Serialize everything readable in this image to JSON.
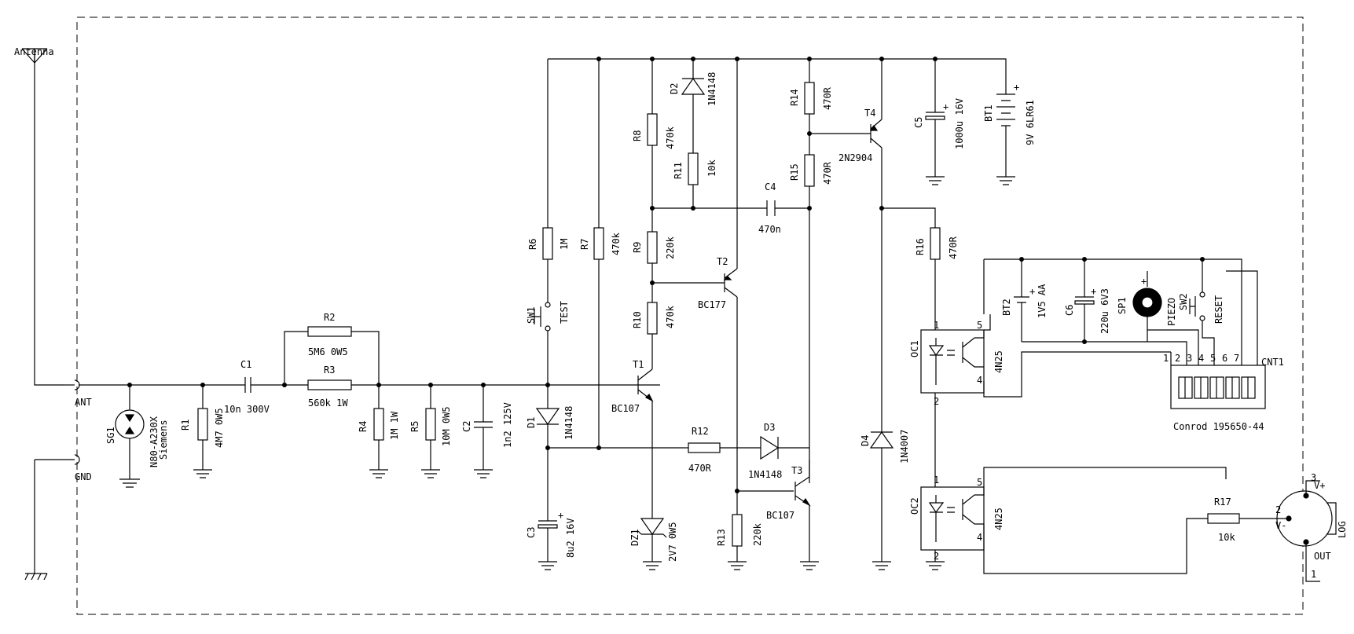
{
  "labels": {
    "antenna": "Antenna",
    "ant": "ANT",
    "gnd": "GND",
    "sg1": "SG1",
    "sg1_part": "N80-A230X",
    "sg1_maker": "Siemens",
    "r1": "R1",
    "r1_val": "4M7 0W5",
    "c1": "C1",
    "c1_val": "10n 300V",
    "r2": "R2",
    "r2_val": "5M6 0W5",
    "r3": "R3",
    "r3_val": "560k 1W",
    "r4": "R4",
    "r4_val": "1M 1W",
    "r5": "R5",
    "r5_val": "10M 0W5",
    "c2": "C2",
    "c2_val": "1n2 125V",
    "r6": "R6",
    "r6_val": "1M",
    "sw1": "SW1",
    "sw1_val": "TEST",
    "r7": "R7",
    "r7_val": "470k",
    "d1": "D1",
    "d1_val": "1N4148",
    "c3": "C3",
    "c3_val": "8u2 16V",
    "dz1": "DZ1",
    "dz1_val": "2V7 0W5",
    "r8": "R8",
    "r8_val": "470k",
    "d2": "D2",
    "d2_val": "1N4148",
    "r11": "R11",
    "r11_val": "10k",
    "r9": "R9",
    "r9_val": "220k",
    "r10": "R10",
    "r10_val": "470k",
    "t1": "T1",
    "t1_val": "BC107",
    "t2": "T2",
    "t2_val": "BC177",
    "c4": "C4",
    "c4_val": "470n",
    "r12": "R12",
    "r12_val": "470R",
    "d3": "D3",
    "d3_val": "1N4148",
    "r13": "R13",
    "r13_val": "220k",
    "t3": "T3",
    "t3_val": "BC107",
    "r14": "R14",
    "r14_val": "470R",
    "r15": "R15",
    "r15_val": "470R",
    "t4": "T4",
    "t4_val": "2N2904",
    "c5": "C5",
    "c5_val": "1000u 16V",
    "bt1": "BT1",
    "bt1_val": "9V 6LR61",
    "r16": "R16",
    "r16_val": "470R",
    "d4": "D4",
    "d4_val": "1N4007",
    "oc1": "OC1",
    "oc1_val": "4N25",
    "oc2": "OC2",
    "oc2_val": "4N25",
    "bt2": "BT2",
    "bt2_val": "1V5 AA",
    "c6": "C6",
    "c6_val": "220u 6V3",
    "sp1": "SP1",
    "sp1_val": "PIEZO",
    "sw2": "SW2",
    "sw2_val": "RESET",
    "cnt1": "CNT1",
    "cnt1_val": "Conrod 195650-44",
    "r17": "R17",
    "r17_val": "10k",
    "log": "LOG",
    "vplus": "V+",
    "vminus": "V-",
    "out": "OUT",
    "pin1": "1",
    "pin2": "2",
    "pin3": "3",
    "pin4": "4",
    "pin5": "5",
    "pin6": "6",
    "pin7": "7",
    "plus": "+"
  }
}
